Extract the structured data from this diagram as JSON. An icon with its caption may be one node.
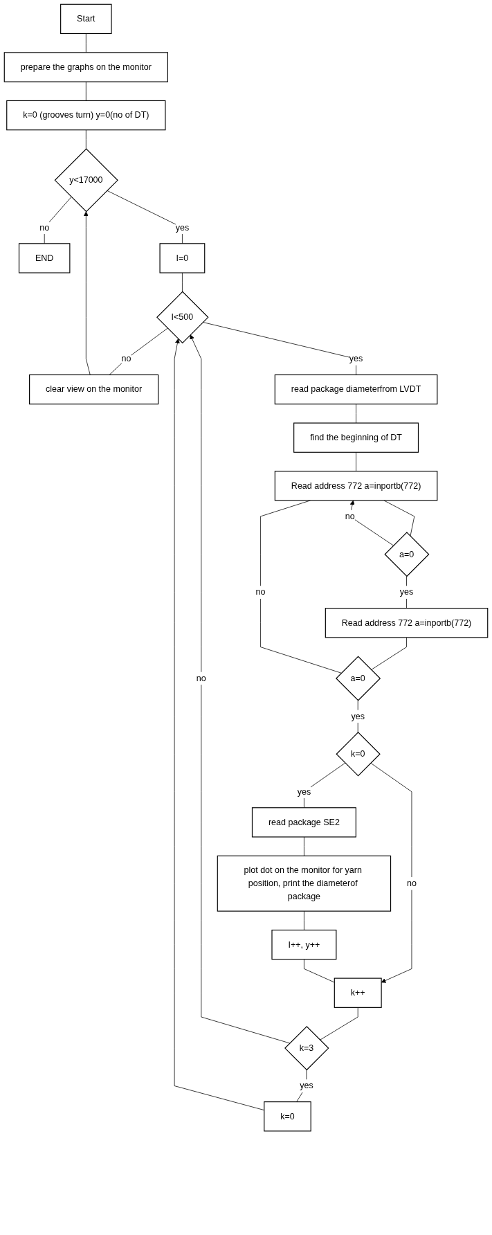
{
  "diagram": {
    "nodes": [
      {
        "text": [
          "Start"
        ]
      },
      {
        "text": [
          "prepare the graphs on the monitor"
        ]
      },
      {
        "text": [
          "k=0 (grooves  turn) y=0(no of DT)"
        ]
      },
      {
        "text": [
          "y<17000"
        ]
      },
      {
        "text": [
          "END"
        ]
      },
      {
        "text": [
          "I=0"
        ]
      },
      {
        "text": [
          "I<500"
        ]
      },
      {
        "text": [
          "clear view on the monitor"
        ]
      },
      {
        "text": [
          "read package diameterfrom LVDT"
        ]
      },
      {
        "text": [
          "find the beginning of DT"
        ]
      },
      {
        "text": [
          "Read address 772 a=inportb(772)"
        ]
      },
      {
        "text": [
          "a=0"
        ]
      },
      {
        "text": [
          "Read address 772 a=inportb(772)"
        ]
      },
      {
        "text": [
          "a=0"
        ]
      },
      {
        "text": [
          "k=0"
        ]
      },
      {
        "text": [
          "read package SE2"
        ]
      },
      {
        "text": [
          "plot dot on the monitor for yarn position, print the diameterof package"
        ]
      },
      {
        "text": [
          "I++, y++"
        ]
      },
      {
        "text": [
          "k++"
        ]
      },
      {
        "text": [
          "k=3"
        ]
      },
      {
        "text": [
          "k=0"
        ]
      }
    ],
    "edges": [
      {
        "from": 0,
        "to": 1,
        "arrow": "none"
      },
      {
        "from": 1,
        "to": 2,
        "arrow": "none"
      },
      {
        "from": 2,
        "to": 3,
        "arrow": "none"
      },
      {
        "from": 3,
        "to": 4,
        "label": "no",
        "arrow": "none"
      },
      {
        "from": 3,
        "to": 5,
        "label": "yes",
        "arrow": "none"
      },
      {
        "from": 5,
        "to": 6,
        "arrow": "none"
      },
      {
        "from": 6,
        "to": 7,
        "label": "no",
        "arrow": "none"
      },
      {
        "from": 7,
        "to": 3,
        "arrow": "to"
      },
      {
        "from": 6,
        "to": 8,
        "label": "yes",
        "arrow": "none"
      },
      {
        "from": 8,
        "to": 9,
        "arrow": "none"
      },
      {
        "from": 9,
        "to": 10,
        "arrow": "none"
      },
      {
        "from": 10,
        "to": 11,
        "arrow": "none"
      },
      {
        "from": 11,
        "to": 10,
        "label": "no",
        "arrow": "to"
      },
      {
        "from": 11,
        "to": 12,
        "label": "yes",
        "arrow": "none"
      },
      {
        "from": 12,
        "to": 13,
        "arrow": "none"
      },
      {
        "from": 13,
        "to": 10,
        "label": "no",
        "arrow": "none"
      },
      {
        "from": 13,
        "to": 14,
        "label": "yes",
        "arrow": "none"
      },
      {
        "from": 14,
        "to": 15,
        "label": "yes",
        "arrow": "none"
      },
      {
        "from": 14,
        "to": 18,
        "label": "no",
        "arrow": "to"
      },
      {
        "from": 15,
        "to": 16,
        "arrow": "none"
      },
      {
        "from": 16,
        "to": 17,
        "arrow": "none"
      },
      {
        "from": 17,
        "to": 18,
        "arrow": "none"
      },
      {
        "from": 18,
        "to": 19,
        "arrow": "none"
      },
      {
        "from": 19,
        "to": 6,
        "label": "no",
        "arrow": "to"
      },
      {
        "from": 19,
        "to": 20,
        "label": "yes",
        "arrow": "none"
      },
      {
        "from": 20,
        "to": 6,
        "arrow": "to"
      }
    ]
  }
}
